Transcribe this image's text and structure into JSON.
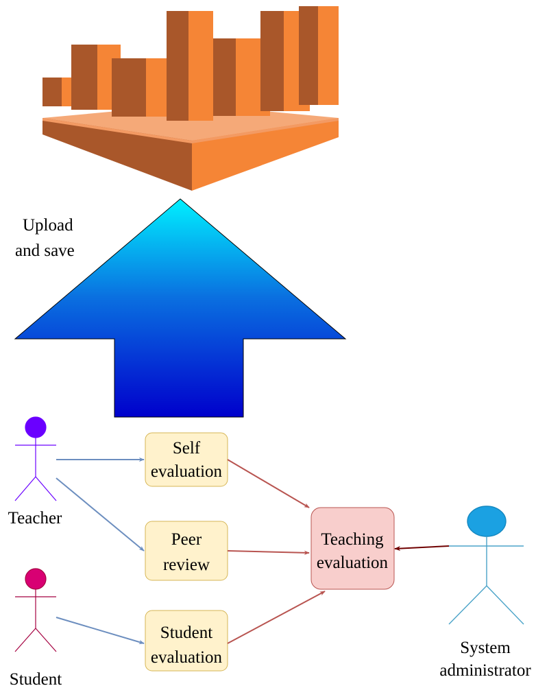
{
  "upload_label": {
    "line1": "Upload",
    "line2": "and save"
  },
  "actors": {
    "teacher": {
      "label": "Teacher",
      "color": "#6a00ff"
    },
    "student": {
      "label": "Student",
      "color": "#d80073"
    },
    "admin": {
      "label_line1": "System",
      "label_line2": "administrator",
      "head_color": "#1ba1e2",
      "line_color": "#4aa3c8"
    }
  },
  "boxes": {
    "self": {
      "line1": "Self",
      "line2": "evaluation"
    },
    "peer": {
      "line1": "Peer",
      "line2": "review"
    },
    "student_eval": {
      "line1": "Student",
      "line2": "evaluation"
    },
    "teaching": {
      "line1": "Teaching",
      "line2": "evaluation"
    }
  },
  "colors": {
    "box_fill": "#fff2cc",
    "box_stroke": "#d6b656",
    "teaching_fill": "#f8cecc",
    "teaching_stroke": "#b85450",
    "blue_edge": "#6c8ebf",
    "red_edge": "#b85450",
    "admin_edge": "#6f0000",
    "arrow_top": "#00f0ff",
    "arrow_bottom": "#0000cc",
    "redshift_light": "#f58536",
    "redshift_dark": "#a9572a",
    "redshift_top": "#f5a978"
  },
  "icons": {
    "top_graphic": "data-warehouse-icon",
    "big_arrow": "upload-arrow-icon"
  }
}
